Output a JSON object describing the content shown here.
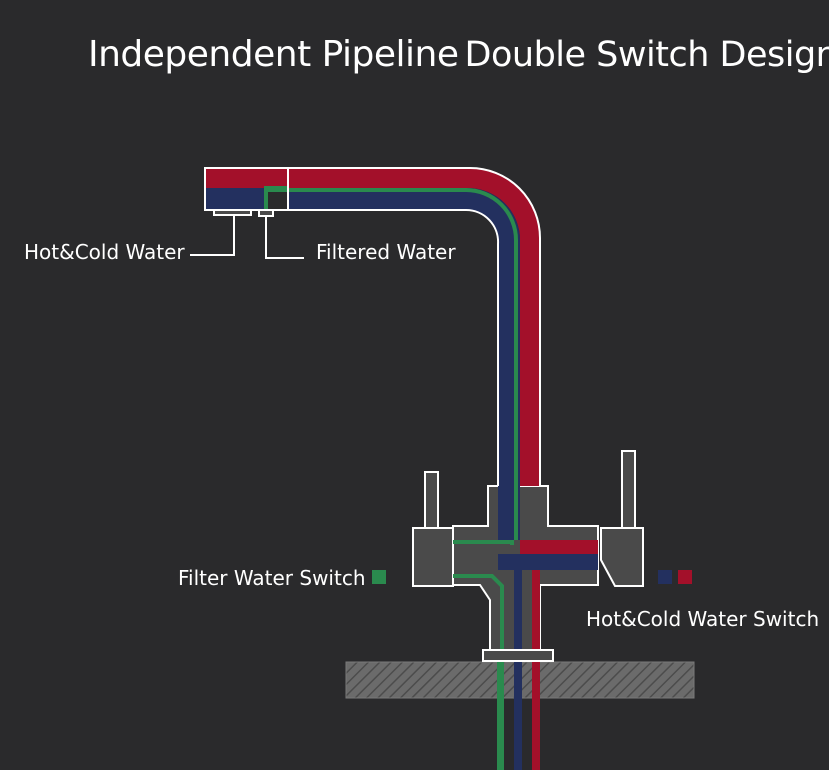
{
  "title": {
    "part1": "Independent Pipeline",
    "part2": "Double Switch Design"
  },
  "labels": {
    "hot_cold_water": "Hot&Cold Water",
    "filtered_water": "Filtered Water",
    "filter_water_switch": "Filter Water Switch",
    "hot_cold_water_switch": "Hot&Cold Water Switch"
  },
  "colors": {
    "background": "#2a2a2c",
    "hot": "#a3102a",
    "cold": "#23305f",
    "filtered": "#2a8a4e",
    "outline": "#ffffff",
    "body_gray": "#4a4a4a",
    "counter_gray": "#6b6b6b"
  }
}
